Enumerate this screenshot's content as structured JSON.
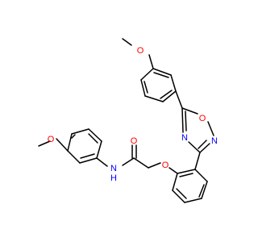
{
  "atoms": [
    {
      "id": "o_top",
      "label": "O",
      "role": "methoxy-oxygen",
      "color": "#ff0000"
    },
    {
      "id": "o_ring",
      "label": "O",
      "role": "oxadiazole-oxygen",
      "color": "#ff0000"
    },
    {
      "id": "n_ring_top",
      "label": "N",
      "role": "oxadiazole-nitrogen",
      "color": "#0000ff"
    },
    {
      "id": "n_ring_left",
      "label": "N",
      "role": "oxadiazole-nitrogen",
      "color": "#0000ff"
    },
    {
      "id": "o_carbonyl",
      "label": "O",
      "role": "carbonyl-oxygen",
      "color": "#ff0000"
    },
    {
      "id": "o_ether",
      "label": "O",
      "role": "ether-oxygen",
      "color": "#ff0000"
    },
    {
      "id": "o_left",
      "label": "O",
      "role": "methoxy-oxygen",
      "color": "#ff0000"
    },
    {
      "id": "nh",
      "label": "N",
      "role": "amide-nitrogen",
      "color": "#0000ff"
    },
    {
      "id": "nh_h",
      "label": "H",
      "role": "amide-hydrogen",
      "color": "#0000ff"
    }
  ],
  "colors": {
    "bond": "#000000",
    "oxygen": "#ff0000",
    "nitrogen": "#0000ff"
  }
}
